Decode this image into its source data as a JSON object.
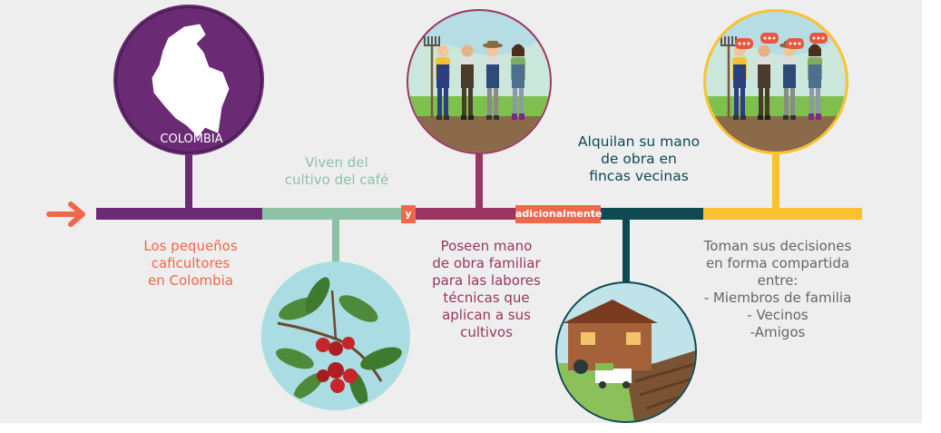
{
  "colors": {
    "purple": "#6a2a74",
    "green": "#8dc2a8",
    "maroon": "#9a3661",
    "teal": "#0f4a52",
    "yellow": "#f9c22e",
    "orange": "#f0674b",
    "gray": "#666666"
  },
  "map_label": "COLOMBIA",
  "stages": [
    {
      "lines": [
        "Los pequeños",
        "caficultores",
        "en Colombia"
      ]
    },
    {
      "lines": [
        "Viven del",
        "cultivo del café"
      ]
    },
    {
      "lines": [
        "Poseen mano",
        "de obra familiar",
        "para las labores",
        "técnicas que",
        "aplican a sus",
        "cultivos"
      ]
    },
    {
      "lines": [
        "Alquilan su mano",
        "de obra en",
        "fincas vecinas"
      ]
    },
    {
      "lines": [
        "Toman sus decisiones",
        "en forma compartida",
        "entre:",
        "- Miembros de familia",
        "- Vecinos",
        "-Amigos"
      ]
    }
  ],
  "connectors": {
    "y": "y",
    "adicionalmente": "adicionalmente"
  },
  "icons": [
    "arrow-right-icon",
    "colombia-map-icon",
    "coffee-plant-icon",
    "farmers-icon",
    "farm-house-icon",
    "farmers-talking-icon"
  ]
}
